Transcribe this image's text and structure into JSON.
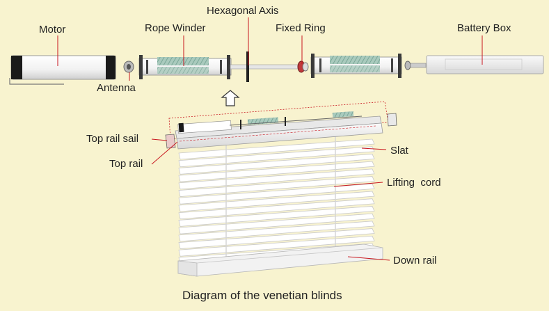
{
  "labels": {
    "motor": "Motor",
    "antenna": "Antenna",
    "rope_winder": "Rope Winder",
    "hexagonal_axis": "Hexagonal Axis",
    "fixed_ring": "Fixed Ring",
    "battery_box": "Battery Box",
    "top_rail_sail": "Top rail sail",
    "top_rail": "Top rail",
    "slat": "Slat",
    "lifting_cord": "Lifting  cord",
    "down_rail": "Down rail"
  },
  "caption": "Diagram of the venetian blinds",
  "colors": {
    "background": "#f8f3cf",
    "leader_line": "#c8161e",
    "slat": "#ffffff",
    "slat_edge": "#c9c9c9",
    "winder_mesh": "#86b4a6",
    "motor_cap": "#1a1a1a"
  }
}
